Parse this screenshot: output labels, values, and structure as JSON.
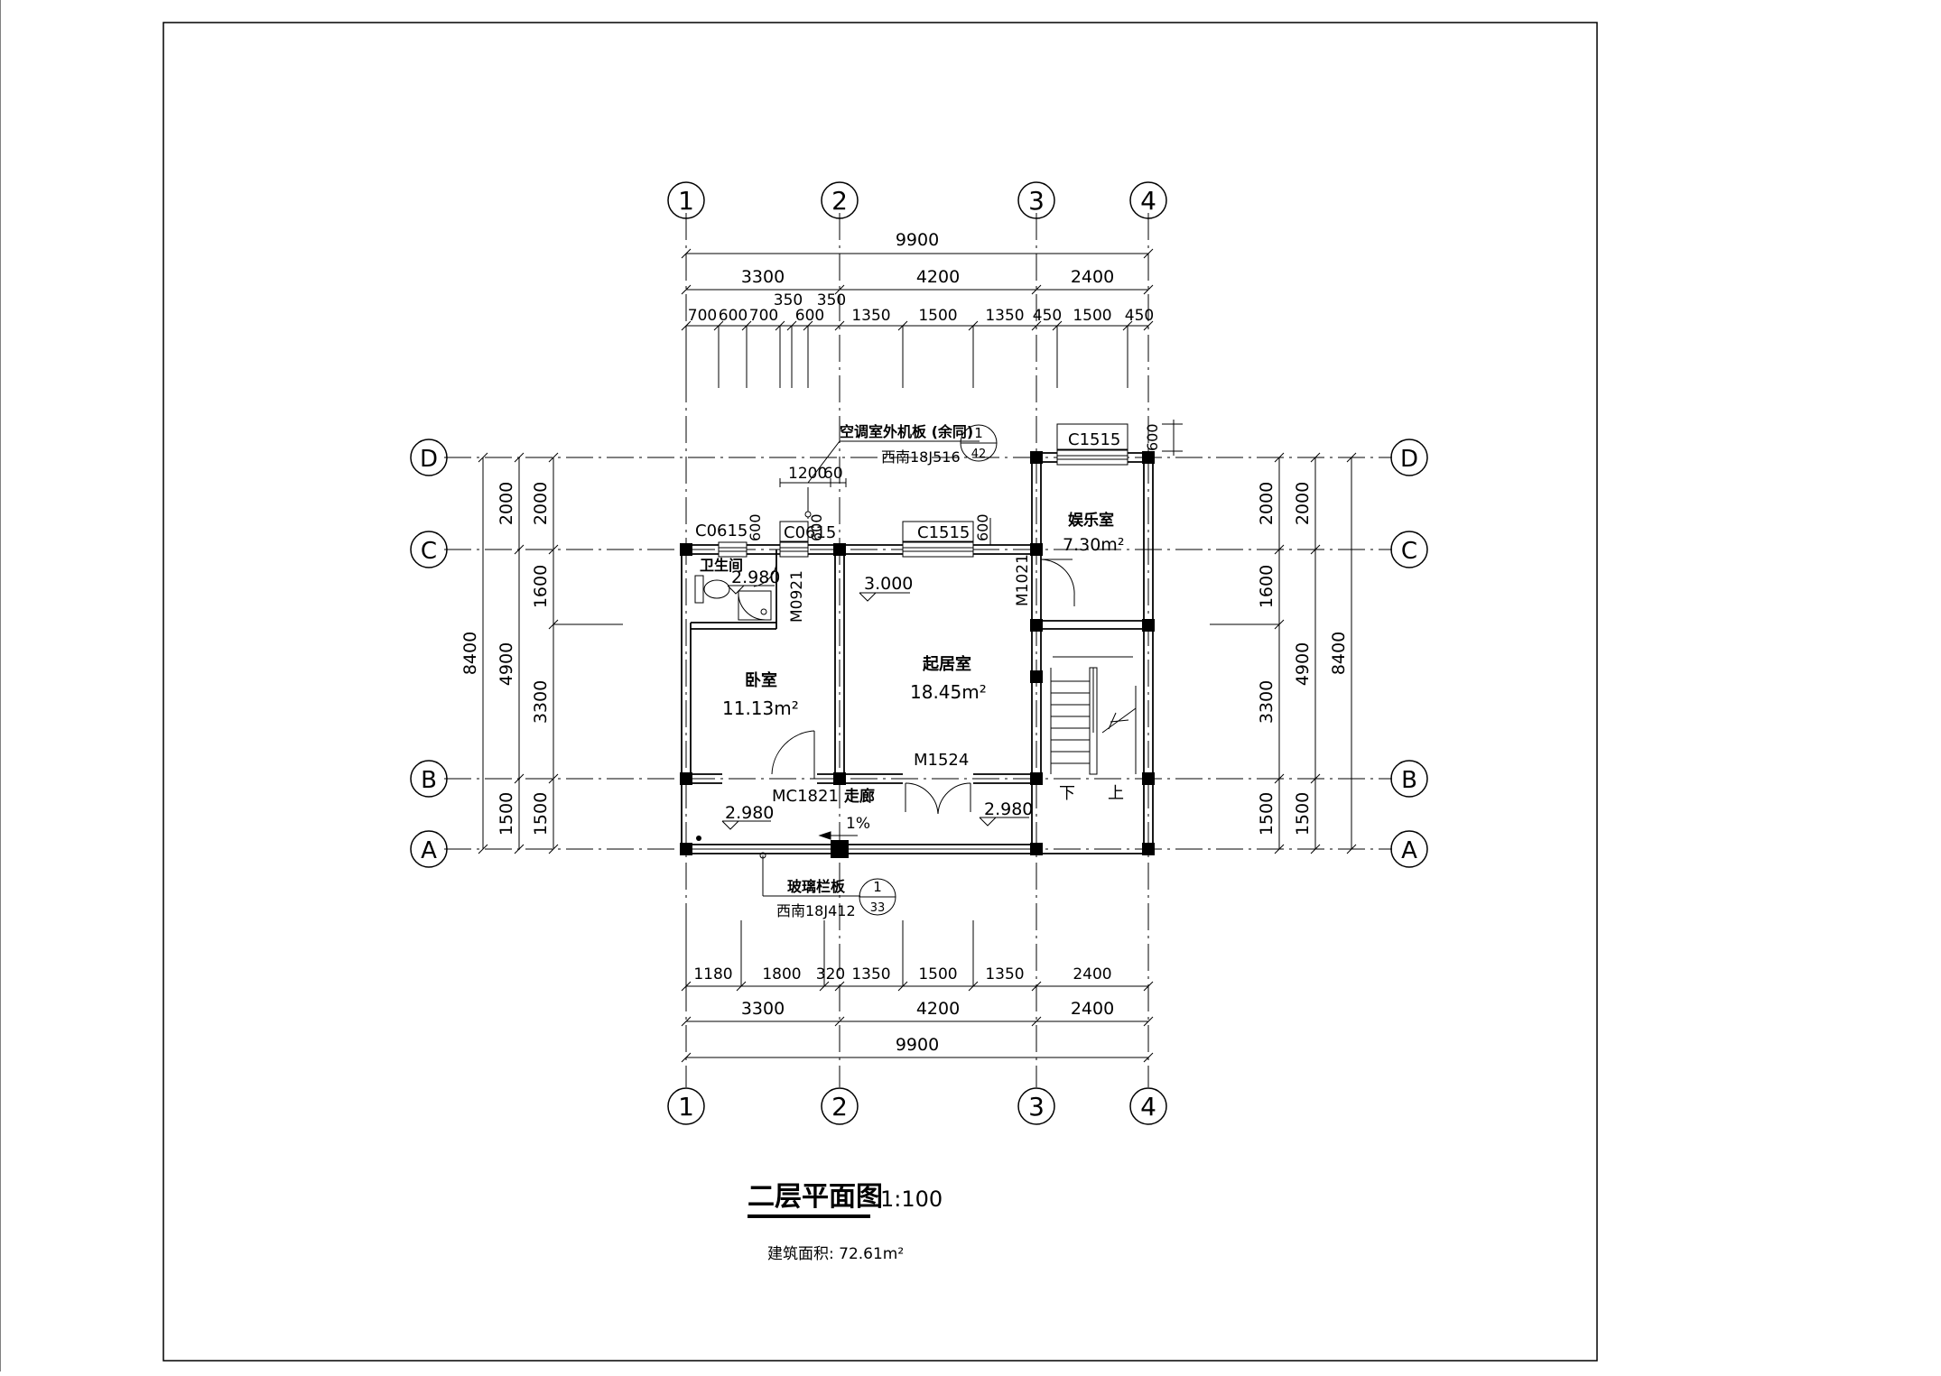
{
  "drawing": {
    "title": "二层平面图",
    "scale": "1:100",
    "area_note": "建筑面积: 72.61m²"
  },
  "grid_axes": {
    "vertical": [
      "1",
      "2",
      "3",
      "4"
    ],
    "horizontal": [
      "D",
      "C",
      "B",
      "A"
    ]
  },
  "dims_top": {
    "total": "9900",
    "bays": [
      "3300",
      "4200",
      "2400"
    ],
    "detail": [
      "700",
      "600",
      "700",
      "350",
      "350",
      "600",
      "1350",
      "1500",
      "1350",
      "450",
      "1500",
      "450"
    ]
  },
  "dims_bottom": {
    "detail": [
      "1180",
      "1800",
      "320",
      "1350",
      "1500",
      "1350",
      "2400"
    ],
    "bays": [
      "3300",
      "4200",
      "2400"
    ],
    "total": "9900"
  },
  "dims_left": {
    "total": "8400",
    "mid": [
      "2000",
      "4900",
      "1500"
    ],
    "detail": [
      "2000",
      "1600",
      "3300",
      "1500"
    ]
  },
  "dims_right": {
    "total": "8400",
    "mid": [
      "2000",
      "4900",
      "1500"
    ],
    "detail": [
      "2000",
      "1600",
      "3300",
      "1500"
    ]
  },
  "rooms": [
    {
      "name": "卫生间",
      "area": ""
    },
    {
      "name": "卧室",
      "area": "11.13m²"
    },
    {
      "name": "起居室",
      "area": "18.45m²"
    },
    {
      "name": "娱乐室",
      "area": "7.30m²"
    },
    {
      "name": "走廊",
      "area": ""
    }
  ],
  "openings": {
    "c0615_a": "C0615",
    "c0615_b": "C0615",
    "c1515_a": "C1515",
    "c1515_b": "C1515",
    "m0921": "M0921",
    "m1021": "M1021",
    "m1524": "M1524",
    "mc1821": "MC1821"
  },
  "window_dims": {
    "c0615_a_h": "600",
    "c0615_b_h": "600",
    "c1515_a_h": "600",
    "c1515_b_h": "600",
    "ac_board": "1200",
    "ac_board_gap": "60"
  },
  "levels": {
    "bath": "2.980",
    "living": "3.000",
    "bedroom_corridor": "2.980",
    "corridor_right": "2.980"
  },
  "slope": "1%",
  "stairs": {
    "down": "下",
    "up": "上"
  },
  "callouts": [
    {
      "text": "空调室外机板 (余同)",
      "ref": "西南18J516",
      "num": "1",
      "sheet": "42"
    },
    {
      "text": "玻璃栏板",
      "ref": "西南18J412",
      "num": "1",
      "sheet": "33"
    }
  ]
}
